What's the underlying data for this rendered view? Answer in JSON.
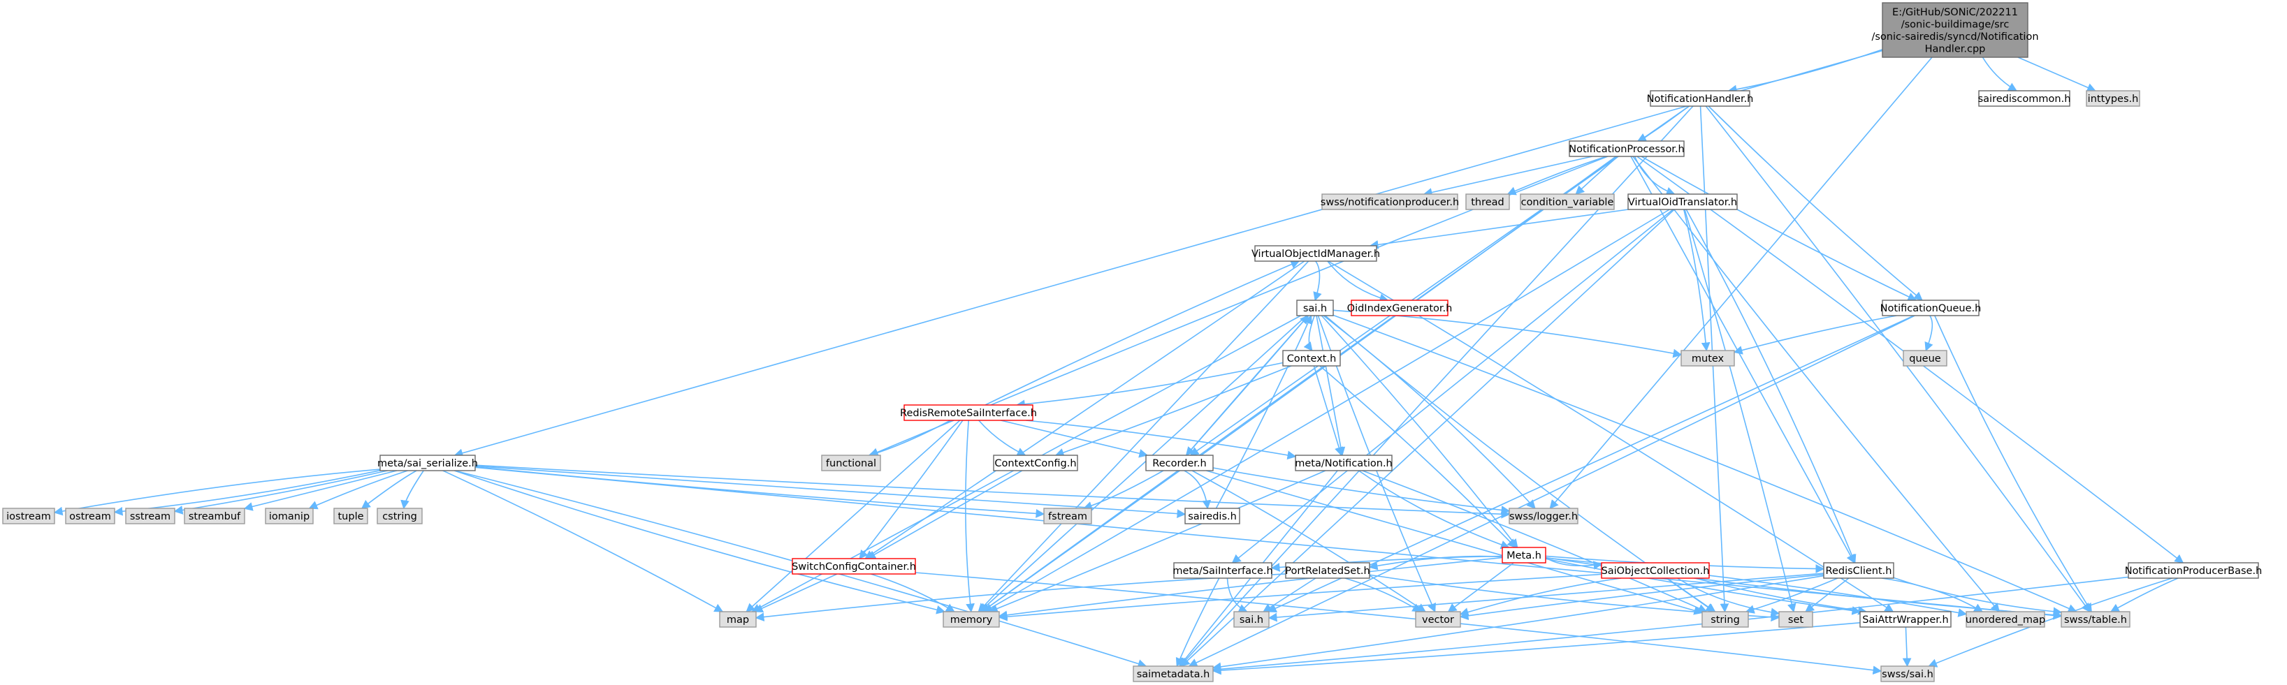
{
  "nodes": [
    {
      "id": "root",
      "lines": [
        "E:/GitHub/SONiC/202211",
        "/sonic-buildimage/src",
        "/sonic-sairedis/syncd/Notification",
        "Handler.cpp"
      ],
      "style": "root"
    },
    {
      "id": "notificationhandler",
      "lines": [
        "NotificationHandler.h"
      ],
      "style": "normal"
    },
    {
      "id": "sairediscommon",
      "lines": [
        "sairediscommon.h"
      ],
      "style": "normal"
    },
    {
      "id": "inttypes",
      "lines": [
        "inttypes.h"
      ],
      "style": "gray"
    },
    {
      "id": "notificationprocessor",
      "lines": [
        "NotificationProcessor.h"
      ],
      "style": "normal"
    },
    {
      "id": "swssnotificationproducer",
      "lines": [
        "swss/notificationproducer.h"
      ],
      "style": "gray"
    },
    {
      "id": "thread",
      "lines": [
        "thread"
      ],
      "style": "gray"
    },
    {
      "id": "condvar",
      "lines": [
        "condition_variable"
      ],
      "style": "gray"
    },
    {
      "id": "virtualoidtranslator",
      "lines": [
        "VirtualOidTranslator.h"
      ],
      "style": "normal"
    },
    {
      "id": "virtualobjectidmanager",
      "lines": [
        "VirtualObjectIdManager.h"
      ],
      "style": "normal"
    },
    {
      "id": "oidindexgenerator",
      "lines": [
        "OidIndexGenerator.h"
      ],
      "style": "red"
    },
    {
      "id": "sai",
      "lines": [
        "sai.h"
      ],
      "style": "normal"
    },
    {
      "id": "notificationqueue",
      "lines": [
        "NotificationQueue.h"
      ],
      "style": "normal"
    },
    {
      "id": "mutex",
      "lines": [
        "mutex"
      ],
      "style": "gray"
    },
    {
      "id": "queue",
      "lines": [
        "queue"
      ],
      "style": "gray"
    },
    {
      "id": "context",
      "lines": [
        "Context.h"
      ],
      "style": "normal"
    },
    {
      "id": "redisremote",
      "lines": [
        "RedisRemoteSaiInterface.h"
      ],
      "style": "red"
    },
    {
      "id": "functional",
      "lines": [
        "functional"
      ],
      "style": "gray"
    },
    {
      "id": "contextconfig",
      "lines": [
        "ContextConfig.h"
      ],
      "style": "normal"
    },
    {
      "id": "recorder",
      "lines": [
        "Recorder.h"
      ],
      "style": "normal"
    },
    {
      "id": "metanotification",
      "lines": [
        "meta/Notification.h"
      ],
      "style": "normal"
    },
    {
      "id": "saiserialize",
      "lines": [
        "meta/sai_serialize.h"
      ],
      "style": "normal"
    },
    {
      "id": "iostream",
      "lines": [
        "iostream"
      ],
      "style": "gray"
    },
    {
      "id": "ostream",
      "lines": [
        "ostream"
      ],
      "style": "gray"
    },
    {
      "id": "sstream",
      "lines": [
        "sstream"
      ],
      "style": "gray"
    },
    {
      "id": "streambuf",
      "lines": [
        "streambuf"
      ],
      "style": "gray"
    },
    {
      "id": "iomanip",
      "lines": [
        "iomanip"
      ],
      "style": "gray"
    },
    {
      "id": "tuple",
      "lines": [
        "tuple"
      ],
      "style": "gray"
    },
    {
      "id": "cstring",
      "lines": [
        "cstring"
      ],
      "style": "gray"
    },
    {
      "id": "fstream",
      "lines": [
        "fstream"
      ],
      "style": "gray"
    },
    {
      "id": "sairedis",
      "lines": [
        "sairedis.h"
      ],
      "style": "normal"
    },
    {
      "id": "swsslogger",
      "lines": [
        "swss/logger.h"
      ],
      "style": "gray"
    },
    {
      "id": "meta",
      "lines": [
        "Meta.h"
      ],
      "style": "red"
    },
    {
      "id": "switchconfigcontainer",
      "lines": [
        "SwitchConfigContainer.h"
      ],
      "style": "red"
    },
    {
      "id": "metasaiinterface",
      "lines": [
        "meta/SaiInterface.h"
      ],
      "style": "normal"
    },
    {
      "id": "portrelatedset",
      "lines": [
        "PortRelatedSet.h"
      ],
      "style": "normal"
    },
    {
      "id": "saiobjectcollection",
      "lines": [
        "SaiObjectCollection.h"
      ],
      "style": "red"
    },
    {
      "id": "redisclient",
      "lines": [
        "RedisClient.h"
      ],
      "style": "normal"
    },
    {
      "id": "notificationproducerbase",
      "lines": [
        "NotificationProducerBase.h"
      ],
      "style": "normal"
    },
    {
      "id": "map",
      "lines": [
        "map"
      ],
      "style": "gray"
    },
    {
      "id": "memory",
      "lines": [
        "memory"
      ],
      "style": "gray"
    },
    {
      "id": "saih2",
      "lines": [
        "sai.h"
      ],
      "style": "gray"
    },
    {
      "id": "vector",
      "lines": [
        "vector"
      ],
      "style": "gray"
    },
    {
      "id": "string",
      "lines": [
        "string"
      ],
      "style": "gray"
    },
    {
      "id": "set",
      "lines": [
        "set"
      ],
      "style": "gray"
    },
    {
      "id": "unorderedmap",
      "lines": [
        "unordered_map"
      ],
      "style": "gray"
    },
    {
      "id": "swsstable",
      "lines": [
        "swss/table.h"
      ],
      "style": "gray"
    },
    {
      "id": "saiattrwrapper",
      "lines": [
        "SaiAttrWrapper.h"
      ],
      "style": "normal"
    },
    {
      "id": "saimetadata",
      "lines": [
        "saimetadata.h"
      ],
      "style": "gray"
    },
    {
      "id": "swsssai",
      "lines": [
        "swss/sai.h"
      ],
      "style": "gray"
    }
  ],
  "edges": [
    [
      "root",
      "notificationhandler"
    ],
    [
      "root",
      "sairediscommon"
    ],
    [
      "root",
      "inttypes"
    ],
    [
      "root",
      "saiserialize"
    ],
    [
      "root",
      "swsslogger"
    ],
    [
      "notificationhandler",
      "notificationprocessor"
    ],
    [
      "notificationhandler",
      "notificationqueue"
    ],
    [
      "notificationhandler",
      "string"
    ],
    [
      "notificationhandler",
      "swsstable"
    ],
    [
      "notificationhandler",
      "memory"
    ],
    [
      "notificationhandler",
      "saimetadata"
    ],
    [
      "notificationhandler",
      "recorder"
    ],
    [
      "notificationprocessor",
      "swssnotificationproducer"
    ],
    [
      "notificationprocessor",
      "thread"
    ],
    [
      "notificationprocessor",
      "condvar"
    ],
    [
      "notificationprocessor",
      "virtualoidtranslator"
    ],
    [
      "notificationprocessor",
      "notificationqueue"
    ],
    [
      "notificationprocessor",
      "redisclient"
    ],
    [
      "notificationprocessor",
      "notificationproducerbase"
    ],
    [
      "notificationprocessor",
      "functional"
    ],
    [
      "notificationprocessor",
      "memory"
    ],
    [
      "notificationprocessor",
      "unorderedmap"
    ],
    [
      "virtualoidtranslator",
      "virtualobjectidmanager"
    ],
    [
      "virtualoidtranslator",
      "mutex"
    ],
    [
      "virtualoidtranslator",
      "redisclient"
    ],
    [
      "virtualoidtranslator",
      "memory"
    ],
    [
      "virtualoidtranslator",
      "saimetadata"
    ],
    [
      "virtualoidtranslator",
      "metasaiinterface"
    ],
    [
      "virtualoidtranslator",
      "set"
    ],
    [
      "virtualobjectidmanager",
      "sai"
    ],
    [
      "virtualobjectidmanager",
      "oidindexgenerator"
    ],
    [
      "virtualobjectidmanager",
      "switchconfigcontainer"
    ],
    [
      "virtualobjectidmanager",
      "memory"
    ],
    [
      "virtualobjectidmanager",
      "saiattrwrapper"
    ],
    [
      "sai",
      "mutex"
    ],
    [
      "sai",
      "context"
    ],
    [
      "sai",
      "recorder"
    ],
    [
      "sai",
      "metanotification"
    ],
    [
      "sai",
      "meta"
    ],
    [
      "sai",
      "swsslogger"
    ],
    [
      "sai",
      "string"
    ],
    [
      "sai",
      "vector"
    ],
    [
      "sai",
      "map"
    ],
    [
      "sai",
      "memory"
    ],
    [
      "sai",
      "swsstable"
    ],
    [
      "context",
      "redisremote"
    ],
    [
      "context",
      "contextconfig"
    ],
    [
      "context",
      "metanotification"
    ],
    [
      "context",
      "meta"
    ],
    [
      "redisremote",
      "virtualobjectidmanager"
    ],
    [
      "redisremote",
      "functional"
    ],
    [
      "redisremote",
      "contextconfig"
    ],
    [
      "redisremote",
      "recorder"
    ],
    [
      "redisremote",
      "metanotification"
    ],
    [
      "redisremote",
      "switchconfigcontainer"
    ],
    [
      "redisremote",
      "memory"
    ],
    [
      "redisremote",
      "map"
    ],
    [
      "contextconfig",
      "switchconfigcontainer"
    ],
    [
      "recorder",
      "sai"
    ],
    [
      "recorder",
      "sairedis"
    ],
    [
      "recorder",
      "fstream"
    ],
    [
      "recorder",
      "swsslogger"
    ],
    [
      "recorder",
      "string"
    ],
    [
      "recorder",
      "vector"
    ],
    [
      "sairedis",
      "sai"
    ],
    [
      "metanotification",
      "meta"
    ],
    [
      "metanotification",
      "memory"
    ],
    [
      "metanotification",
      "saimetadata"
    ],
    [
      "metanotification",
      "string"
    ],
    [
      "saiserialize",
      "iostream"
    ],
    [
      "saiserialize",
      "ostream"
    ],
    [
      "saiserialize",
      "sstream"
    ],
    [
      "saiserialize",
      "streambuf"
    ],
    [
      "saiserialize",
      "iomanip"
    ],
    [
      "saiserialize",
      "tuple"
    ],
    [
      "saiserialize",
      "cstring"
    ],
    [
      "saiserialize",
      "fstream"
    ],
    [
      "saiserialize",
      "sairedis"
    ],
    [
      "saiserialize",
      "map"
    ],
    [
      "saiserialize",
      "saimetadata"
    ],
    [
      "saiserialize",
      "memory"
    ],
    [
      "saiserialize",
      "swsslogger"
    ],
    [
      "saiserialize",
      "swsstable"
    ],
    [
      "meta",
      "metasaiinterface"
    ],
    [
      "meta",
      "portrelatedset"
    ],
    [
      "meta",
      "saiobjectcollection"
    ],
    [
      "meta",
      "redisclient"
    ],
    [
      "meta",
      "vector"
    ],
    [
      "meta",
      "memory"
    ],
    [
      "meta",
      "unorderedmap"
    ],
    [
      "meta",
      "swsstable"
    ],
    [
      "meta",
      "saiattrwrapper"
    ],
    [
      "switchconfigcontainer",
      "map"
    ],
    [
      "switchconfigcontainer",
      "memory"
    ],
    [
      "switchconfigcontainer",
      "swsssai"
    ],
    [
      "metasaiinterface",
      "saih2"
    ],
    [
      "metasaiinterface",
      "saimetadata"
    ],
    [
      "portrelatedset",
      "saih2"
    ],
    [
      "portrelatedset",
      "vector"
    ],
    [
      "portrelatedset",
      "map"
    ],
    [
      "portrelatedset",
      "set"
    ],
    [
      "saiobjectcollection",
      "saiattrwrapper"
    ],
    [
      "saiobjectcollection",
      "string"
    ],
    [
      "saiobjectcollection",
      "memory"
    ],
    [
      "saiobjectcollection",
      "vector"
    ],
    [
      "saiobjectcollection",
      "set"
    ],
    [
      "redisclient",
      "string"
    ],
    [
      "redisclient",
      "set"
    ],
    [
      "redisclient",
      "vector"
    ],
    [
      "redisclient",
      "unorderedmap"
    ],
    [
      "redisclient",
      "swsstable"
    ],
    [
      "redisclient",
      "saimetadata"
    ],
    [
      "redisclient",
      "saih2"
    ],
    [
      "notificationqueue",
      "mutex"
    ],
    [
      "notificationqueue",
      "queue"
    ],
    [
      "notificationqueue",
      "swsstable"
    ],
    [
      "notificationqueue",
      "saimetadata"
    ],
    [
      "notificationqueue",
      "saih2"
    ],
    [
      "notificationproducerbase",
      "swsstable"
    ],
    [
      "notificationproducerbase",
      "swsssai"
    ],
    [
      "notificationproducerbase",
      "saimetadata"
    ],
    [
      "saiattrwrapper",
      "saimetadata"
    ],
    [
      "saiattrwrapper",
      "swsssai"
    ]
  ]
}
